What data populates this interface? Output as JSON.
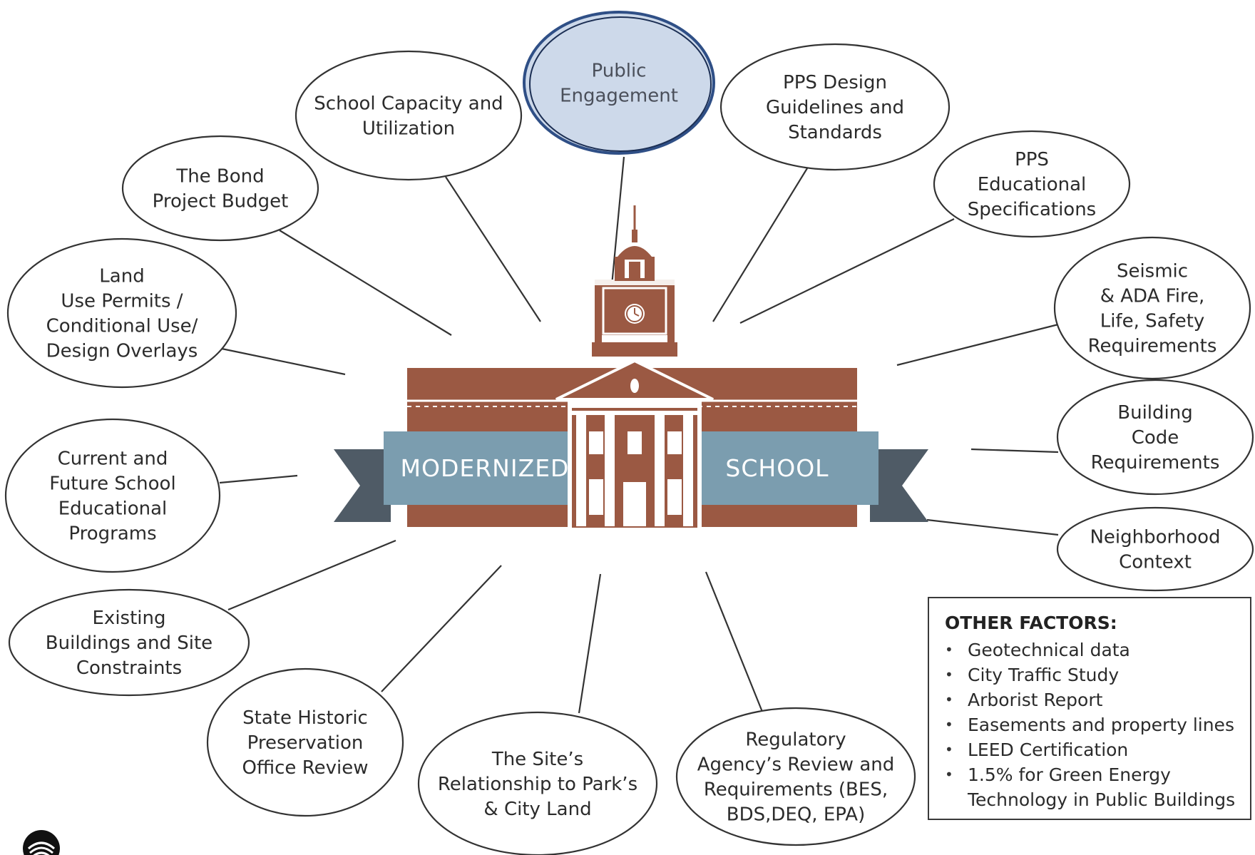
{
  "hub": {
    "banner_left": "MODERNIZED",
    "banner_right": "SCHOOL"
  },
  "factors": [
    {
      "id": "public-engagement",
      "lines": [
        "Public",
        "Engagement"
      ],
      "highlighted": true
    },
    {
      "id": "school-capacity",
      "lines": [
        "School Capacity and",
        "Utilization"
      ]
    },
    {
      "id": "pps-design-guidelines",
      "lines": [
        "PPS Design",
        "Guidelines and",
        "Standards"
      ]
    },
    {
      "id": "bond-project-budget",
      "lines": [
        "The Bond",
        "Project Budget"
      ]
    },
    {
      "id": "pps-educational-specifications",
      "lines": [
        "PPS",
        "Educational",
        "Specifications"
      ]
    },
    {
      "id": "land-use-permits",
      "lines": [
        "Land",
        "Use Permits /",
        "Conditional Use/",
        "Design Overlays"
      ]
    },
    {
      "id": "seismic-ada",
      "lines": [
        "Seismic",
        "& ADA Fire,",
        "Life, Safety",
        "Requirements"
      ]
    },
    {
      "id": "building-code",
      "lines": [
        "Building",
        "Code",
        "Requirements"
      ]
    },
    {
      "id": "educational-programs",
      "lines": [
        "Current and",
        "Future School",
        "Educational",
        "Programs"
      ]
    },
    {
      "id": "neighborhood-context",
      "lines": [
        "Neighborhood",
        "Context"
      ]
    },
    {
      "id": "existing-buildings",
      "lines": [
        "Existing",
        "Buildings and Site",
        "Constraints"
      ]
    },
    {
      "id": "state-historic-preservation",
      "lines": [
        "State Historic",
        "Preservation",
        "Office Review"
      ]
    },
    {
      "id": "site-relationship",
      "lines": [
        "The Site’s",
        "Relationship to Park’s",
        "& City Land"
      ]
    },
    {
      "id": "regulatory-agency",
      "lines": [
        "Regulatory",
        "Agency’s Review and",
        "Requirements (BES,",
        "BDS,DEQ, EPA)"
      ]
    }
  ],
  "other_factors": {
    "title": "OTHER FACTORS:",
    "items": [
      "Geotechnical data",
      "City Traffic Study",
      "Arborist Report",
      "Easements and property lines",
      "LEED Certification",
      "1.5% for Green Energy Technology in Public Buildings"
    ]
  },
  "colors": {
    "building": "#9b5943",
    "banner": "#7b9daf",
    "banner_tail": "#4f5b66",
    "highlight_fill": "#cdd9ea",
    "highlight_stroke": "#2f4f86",
    "outline": "#333333"
  },
  "icons": {
    "hub": "school-building-icon",
    "logo": "pps-logo-icon"
  }
}
